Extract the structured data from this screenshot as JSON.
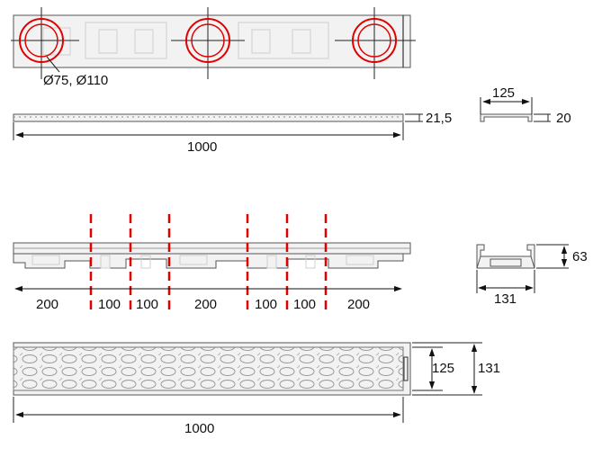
{
  "top_view": {
    "outlet_label": "Ø75, Ø110"
  },
  "grate_side": {
    "length_label": "1000",
    "height_label": "21,5"
  },
  "grate_section": {
    "width_label": "125",
    "height_label": "20"
  },
  "channel_side": {
    "segments": [
      "200",
      "100",
      "100",
      "200",
      "100",
      "100",
      "200"
    ]
  },
  "channel_section": {
    "height_label": "63",
    "width_label": "131"
  },
  "bottom_view": {
    "length_label": "1000",
    "inner_width_label": "125",
    "outer_width_label": "131"
  },
  "colors": {
    "cut_lines": "#e00000",
    "outline": "#333333",
    "fill": "#f2f2f2"
  }
}
